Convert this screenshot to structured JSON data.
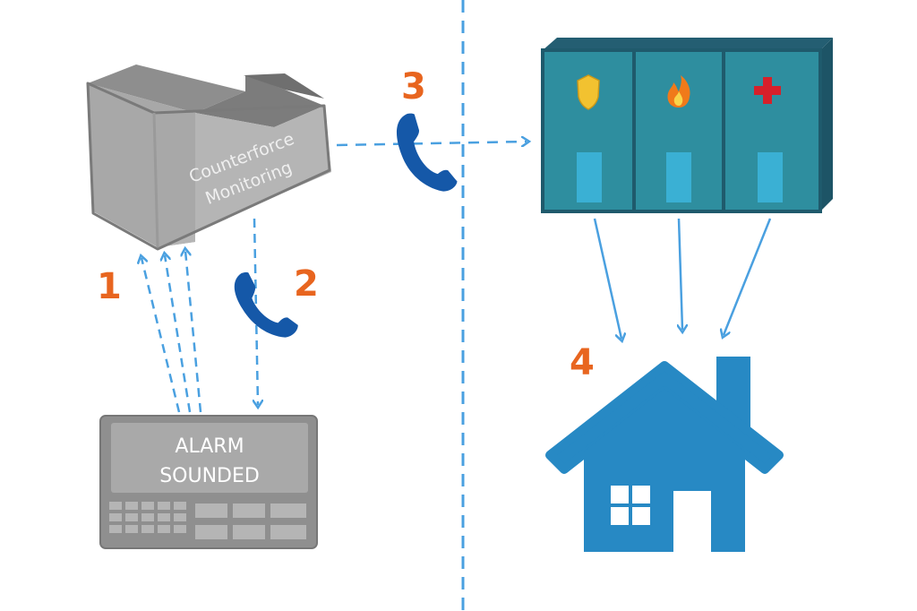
{
  "monitoring_center": {
    "label_line1": "Counterforce",
    "label_line2": "Monitoring"
  },
  "alarm_panel": {
    "label_line1": "ALARM",
    "label_line2": "SOUNDED"
  },
  "steps": {
    "s1": "1",
    "s2": "2",
    "s3": "3",
    "s4": "4"
  },
  "dispatch_icons": [
    "police-badge-icon",
    "fire-icon",
    "medical-cross-icon"
  ],
  "colors": {
    "step_orange": "#e8651f",
    "arrow_blue": "#4aa0e0",
    "phone_blue": "#1558a8",
    "building_teal": "#2e8e9f",
    "house_blue": "#2789c4",
    "monitor_gray": "#a9a9a9"
  }
}
